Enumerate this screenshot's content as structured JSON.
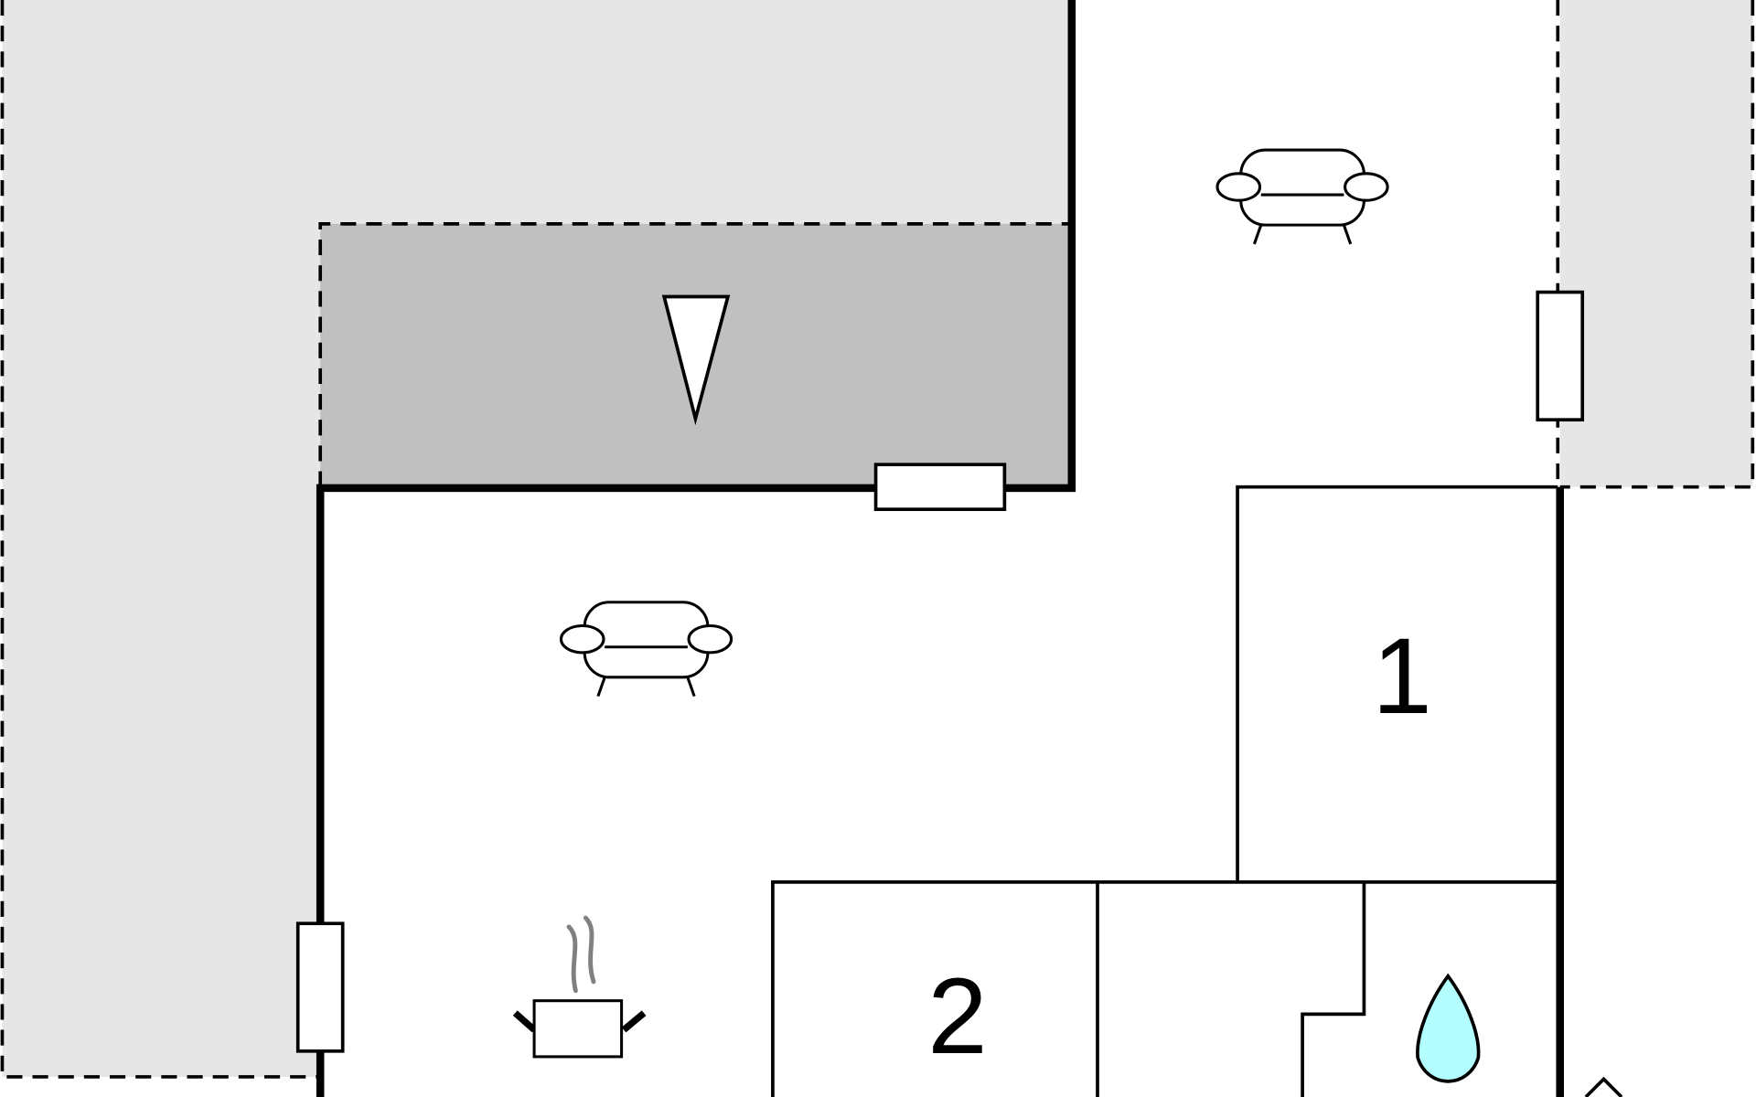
{
  "floorplan": {
    "rooms": [
      {
        "label": "1",
        "type": "bedroom"
      },
      {
        "label": "2",
        "type": "bedroom"
      }
    ],
    "icons": [
      "sofa-icon",
      "sofa-icon",
      "terrace-arrow-icon",
      "cooking-pot-icon",
      "water-drop-icon",
      "entrance-icon"
    ],
    "colors": {
      "outdoor": "#e6e6e6",
      "terrace": "#c0c0c0",
      "water": "#b3ffff",
      "wall": "#000000",
      "steam": "#808080"
    }
  }
}
